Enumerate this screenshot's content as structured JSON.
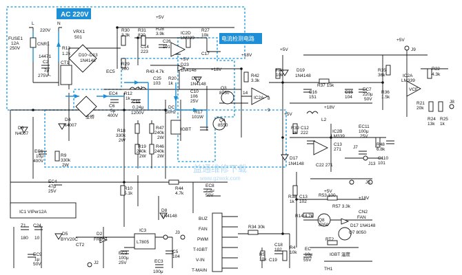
{
  "labels": {
    "ac_box": "AC 220V",
    "current_box": "电流检测电路",
    "L": "L",
    "N": "N",
    "v220": "220V",
    "fuse": "FUSE1",
    "fuse_a": "12A",
    "fuse_v": "250V",
    "cnr": "CNR1",
    "cnr_v": "14471",
    "c2": "C2",
    "c2_v": "2μ",
    "c2_v2": "275V~",
    "ct1": "CT1",
    "r13": "R13",
    "r13_v": "1.2k",
    "vrx1": "VRX1",
    "vrx1_v": "501",
    "d10": "D10~D13",
    "d10_v": "1N4148",
    "ec5": "EC5",
    "r29": "R29",
    "r29_v": "200",
    "r30": "R30",
    "r30_v": "3.3k",
    "r31": "R31",
    "r31_v": "820",
    "r28": "R28",
    "r28_v": "3.9k",
    "c14": "C14",
    "c14_v": "223",
    "c26": "C26",
    "c26_v": "101",
    "ic2d": "IC2D",
    "ic2d_v": "LM339",
    "r27": "R27",
    "r27_v": "10k",
    "c17": "C17",
    "v5a": "+5V",
    "v5b": "+5V",
    "v5c": "+5V",
    "v5d": "+5V",
    "v5e": "+5V",
    "v5f": "+5V",
    "v18a": "+18V",
    "v18b": "+18V",
    "v18c": "+18V",
    "v18d": "+18V",
    "r43": "R43 4.7k",
    "d23": "D23",
    "d23_v": "1N4148",
    "c25": "C25",
    "c25_v": "103",
    "r20": "R20",
    "r20_v": "1k",
    "d21": "D21",
    "d21_v": "1N4148",
    "r42": "R42",
    "r42_v": "3.3k",
    "r41": "R41",
    "r41_v": "10k",
    "d19": "D19",
    "d19_v": "1N4148",
    "q3": "Q3",
    "q3_v": "8050",
    "n14": "14",
    "n8": "8",
    "n9": "9",
    "ic2a_tag": "IC2A",
    "r37": "R37 15k",
    "c16": "C16",
    "c16_v": "151",
    "c15": "C15",
    "c15_v": "104",
    "ec7": "EC7",
    "ec7_v": "220μ",
    "ec7_v2": "50V",
    "r36": "R36",
    "r36_v": "1.5k",
    "r35": "R35",
    "r35_v": "36k",
    "j9": "J9",
    "ic2a": "IC2A",
    "ic2a_v": "LM339",
    "vce": "VCE",
    "r22": "R22",
    "r22_v": "4.3k",
    "r21": "R21",
    "r21_v": "20k",
    "r24": "R24",
    "r24_v": "13k",
    "r25": "R25",
    "r25_v": "1k",
    "j8": "J8",
    "r12": "R12",
    "r12_v": "1k",
    "ec4_top": "EC4",
    "l1": "L1",
    "c11": "C11",
    "c11_v": "0.24μ",
    "c11_v2": "1200V",
    "dc": "DC",
    "dc_v": "50Hz",
    "c6": "C6",
    "c6_v": "5μ",
    "c6_v2": "400V",
    "quanqiao": "全桥",
    "igbt": "IGBT",
    "r17": "R17",
    "r17_v": "101W",
    "q4": "Q4",
    "q4_v": "8550",
    "c10": "C10",
    "c10_v": "106",
    "c10_v2": "25V",
    "r18": "R18",
    "r18_v": "330k",
    "r18_v2": "2W",
    "r47": "R47",
    "r47_v": "240k",
    "r47_v2": "2W",
    "r19": "R19",
    "r19_v": "240k",
    "r19_v2": "2W",
    "r46": "R46",
    "r46_v": "240k",
    "r46_v2": "2W",
    "d6": "D6",
    "d6_v": "N4007",
    "d4": "D4",
    "d4_v": "N4007",
    "ec1": "EC1",
    "ec1_v": "10μ",
    "ec1_v2": "400V",
    "r9": "R9",
    "r9_v": "330k",
    "r9_v2": "2W",
    "ec4": "EC4",
    "ec4_v": "47μ",
    "ec4_v2": "25V",
    "r10": "R10",
    "r10_v": "5.1k",
    "r44": "R44",
    "r44_v": "4.7k",
    "ec8": "EC8",
    "ec8_v": "2.2μ",
    "ec8_v2": "50V",
    "r39": "R39",
    "r39_v": "2k",
    "c12": "C12",
    "c12_v": "222",
    "d17": "D17",
    "d17_v": "1N4148",
    "l2": "L2",
    "ic2b": "IC2B",
    "ic2b_v": "LM339",
    "ec11": "EC11",
    "ec11_v": "100μ",
    "ec11_v2": "25V",
    "c22": "C22 271",
    "c13": "C13",
    "c13_v": "271",
    "j7": "J7",
    "r48": "R48",
    "r48_v": "6.8k",
    "c110": "C110",
    "c110_v": "101",
    "j13": "J13",
    "r38": "R38",
    "r38_v": "1k",
    "c13b": "C13",
    "c13b_v": "102",
    "r53": "R53 100",
    "r57": "R57 3.3k",
    "j6": "J6",
    "cn2": "CN2",
    "cn2_v": "FAN",
    "r14": "R14 4.7k",
    "q8": "Q8",
    "q8_v": "8050",
    "d17b": "D17 1N4148",
    "q7": "Q7 8050",
    "ic1": "IC1 VIPer12A",
    "z1": "Z1",
    "z1_v": "180",
    "c24": "C24",
    "c24_v": "10",
    "d5": "D5",
    "d5_v": "BYV20C",
    "ec9": "EC9",
    "ec9_v": "1μ",
    "ec9_v2": "50V",
    "d2": "D2",
    "d2_v": "FR107",
    "ct2": "CT2",
    "j2": "J2",
    "ec2": "EC2",
    "ec2_v": "100μ",
    "ec2_v2": "25V",
    "ic3": "IC3",
    "ic3_v": "L7805",
    "j3": "J3",
    "c5": "C5",
    "c5_v": "104",
    "ec3": "EC3",
    "ec3_v": "100μ",
    "d8": "D8",
    "d8_v": "1N4148",
    "buz": "BUZ",
    "fan": "FAN",
    "pwm": "PWM",
    "tigbt": "T-IGBT",
    "vin": "V-IN",
    "tmain": "T-MAIN",
    "r34": "R34 30k",
    "c18": "C18",
    "c18_v": "102",
    "r5": "R5",
    "r5_v": "10k",
    "c19": "C19",
    "rt2": "RT2",
    "igbt_temp": "IGBT 温度",
    "r4": "R4",
    "r4_v": "10k",
    "ec": "EC",
    "ec_v": "10μ",
    "ec_v2": "55V",
    "th1": "TH1",
    "watermark": "益通维修下载",
    "watermark2": "www.gzwxk.com"
  }
}
